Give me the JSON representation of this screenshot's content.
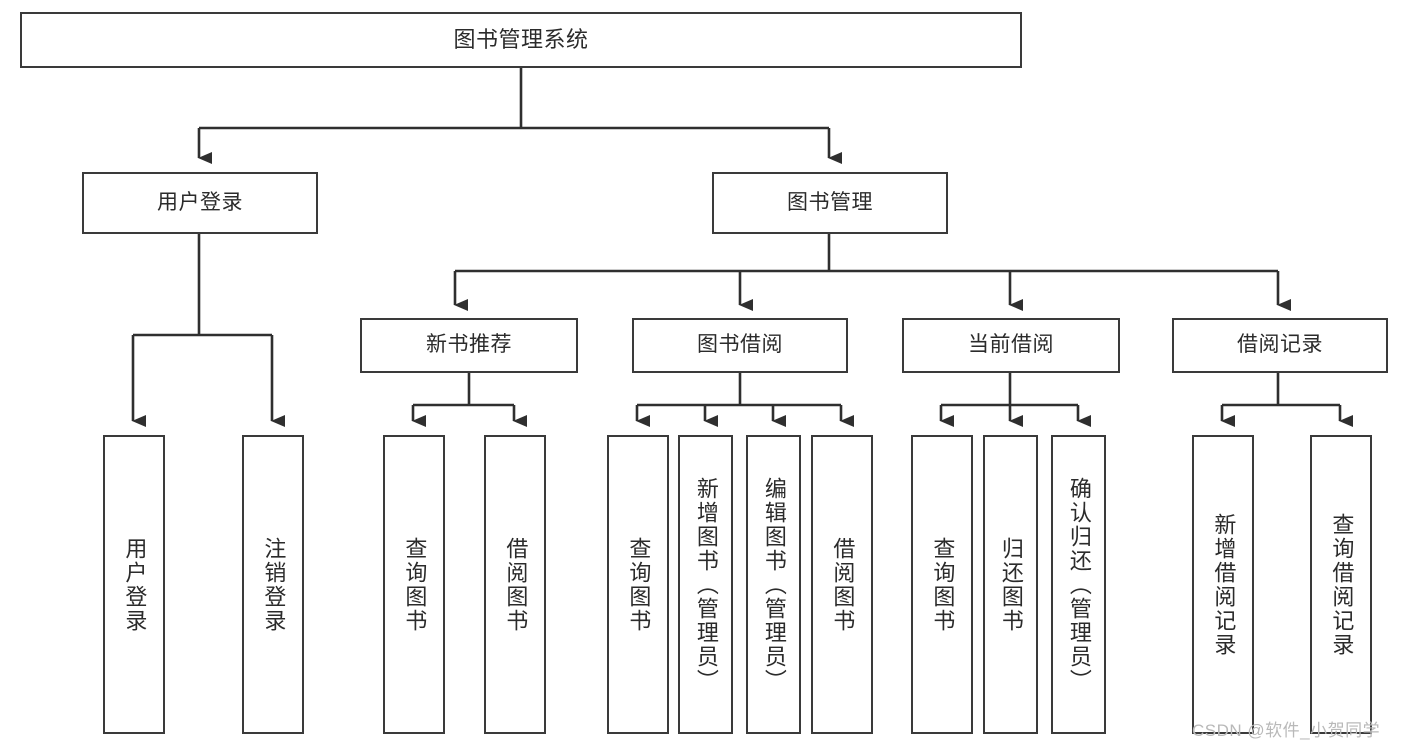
{
  "diagram": {
    "title": "图书管理系统",
    "type": "hierarchy-tree",
    "colors": {
      "node_border": "#3a3a3a",
      "node_fill": "#ffffff",
      "edge": "#2f2f2f",
      "text": "#2b2b2b",
      "watermark": "#b9b9b9"
    },
    "root": {
      "label": "图书管理系统"
    },
    "level1": [
      {
        "label": "用户登录"
      },
      {
        "label": "图书管理"
      }
    ],
    "level2": [
      {
        "label": "新书推荐"
      },
      {
        "label": "图书借阅"
      },
      {
        "label": "当前借阅"
      },
      {
        "label": "借阅记录"
      }
    ],
    "leaves": {
      "user_login": [
        {
          "label": "用户登录"
        },
        {
          "label": "注销登录"
        }
      ],
      "new_book_recommend": [
        {
          "label": "查询图书"
        },
        {
          "label": "借阅图书"
        }
      ],
      "book_borrow": [
        {
          "label": "查询图书"
        },
        {
          "label": "新增图书（管理员）"
        },
        {
          "label": "编辑图书（管理员）"
        },
        {
          "label": "借阅图书"
        }
      ],
      "current_borrow": [
        {
          "label": "查询图书"
        },
        {
          "label": "归还图书"
        },
        {
          "label": "确认归还（管理员）"
        }
      ],
      "borrow_record": [
        {
          "label": "新增借阅记录"
        },
        {
          "label": "查询借阅记录"
        }
      ]
    }
  },
  "watermark": {
    "text": "CSDN @软件_小贺同学"
  }
}
